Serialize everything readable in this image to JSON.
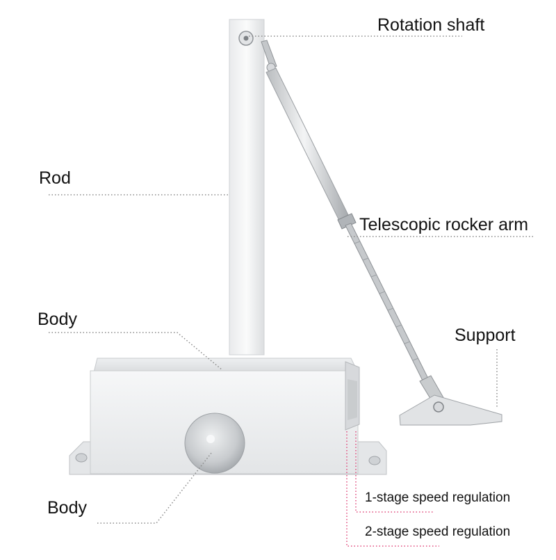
{
  "labels": {
    "rotation_shaft": "Rotation shaft",
    "rod": "Rod",
    "telescopic_rocker_arm": "Telescopic rocker arm",
    "body_upper": "Body",
    "support": "Support",
    "body_lower": "Body",
    "speed_regulation_1": "1-stage speed regulation",
    "speed_regulation_2": "2-stage speed regulation"
  },
  "colors": {
    "leader_gray": "#8a8a8a",
    "leader_pink": "#e0477a",
    "metal_light": "#f4f5f6",
    "metal_mid": "#d9dbdd",
    "metal_dark": "#a9adb1",
    "text": "#111111"
  }
}
